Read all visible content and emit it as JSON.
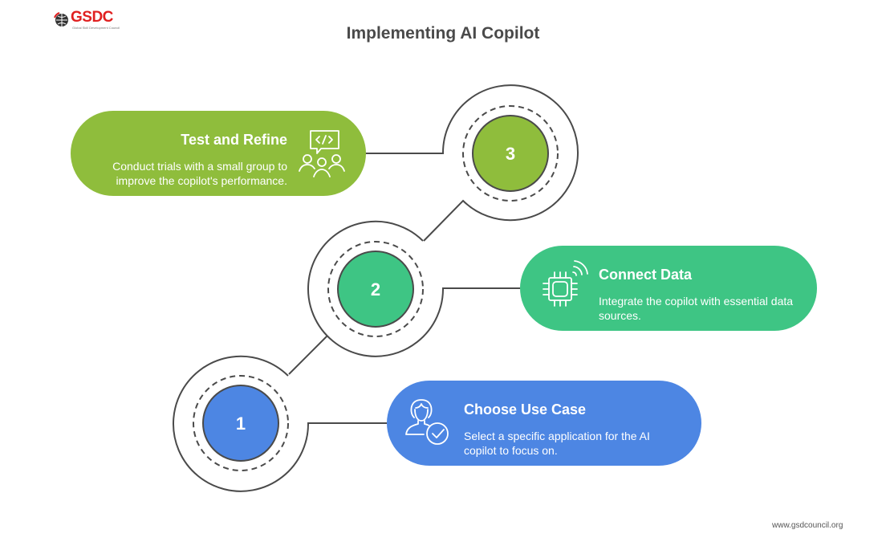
{
  "header": {
    "logo_text": "GSDC",
    "logo_tagline": "Global Skill Development Council",
    "title": "Implementing AI Copilot"
  },
  "steps": [
    {
      "number": "1",
      "title": "Choose Use Case",
      "description": "Select a specific application for the AI copilot to focus on.",
      "icon": "user-check-icon",
      "color": "#4d86e3"
    },
    {
      "number": "2",
      "title": "Connect Data",
      "description": "Integrate the copilot with essential data sources.",
      "icon": "chip-signal-icon",
      "color": "#3ec584"
    },
    {
      "number": "3",
      "title": "Test and Refine",
      "description": "Conduct trials with a small group to improve the copilot's performance.",
      "icon": "team-code-icon",
      "color": "#8fbd3c"
    }
  ],
  "footer": {
    "website": "www.gsdcouncil.org"
  },
  "colors": {
    "line": "#4a4a4a",
    "title": "#4a4a4a",
    "logo_red": "#e02020"
  }
}
